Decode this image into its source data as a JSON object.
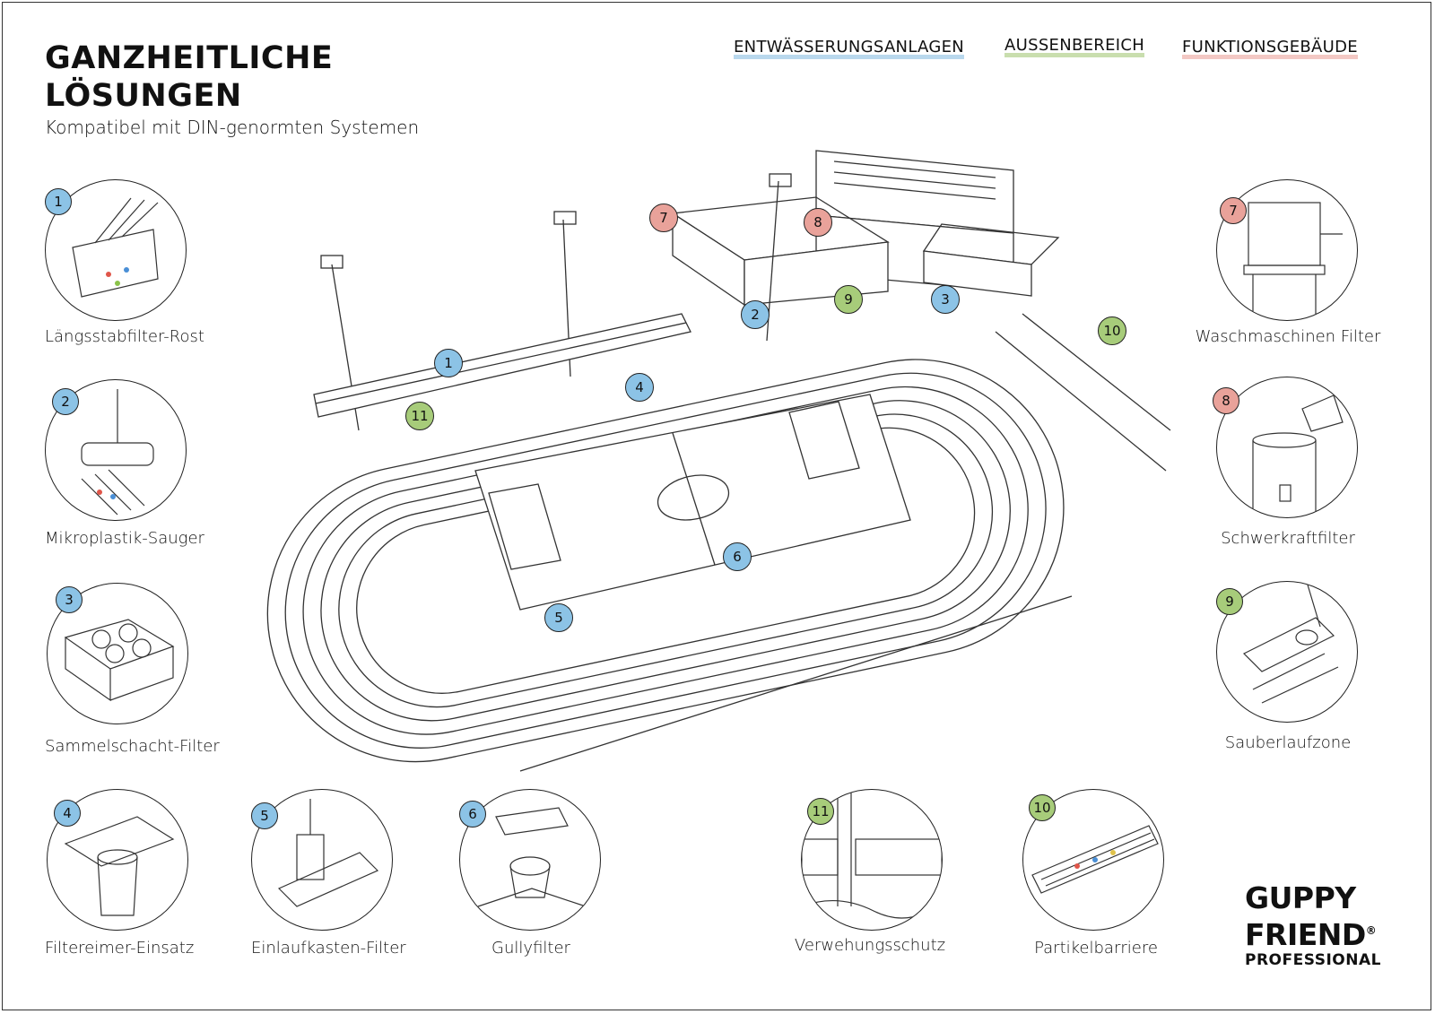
{
  "title": "GANZHEITLICHE\nLÖSUNGEN",
  "subtitle": "Kompatibel mit DIN-genormten Systemen",
  "legend": [
    {
      "label": "ENTWÄSSERUNGSANLAGEN",
      "color": "#7fb8de"
    },
    {
      "label": "AUSSENBEREICH",
      "color": "#9cc36b"
    },
    {
      "label": "FUNKTIONSGEBÄUDE",
      "color": "#e99a93"
    }
  ],
  "colors": {
    "blue": "#8cc3e6",
    "green": "#a7cc7a",
    "red": "#e9a29a"
  },
  "items": [
    {
      "number": "1",
      "label": "Längsstabfilter-Rost",
      "category": "blue",
      "icon": "grate-filter-icon"
    },
    {
      "number": "2",
      "label": "Mikroplastik-Sauger",
      "category": "blue",
      "icon": "vacuum-icon"
    },
    {
      "number": "3",
      "label": "Sammelschacht-Filter",
      "category": "blue",
      "icon": "shaft-filter-icon"
    },
    {
      "number": "4",
      "label": "Filtereimer-Einsatz",
      "category": "blue",
      "icon": "bucket-insert-icon"
    },
    {
      "number": "5",
      "label": "Einlaufkasten-Filter",
      "category": "blue",
      "icon": "inlet-box-icon"
    },
    {
      "number": "6",
      "label": "Gullyfilter",
      "category": "blue",
      "icon": "gully-filter-icon"
    },
    {
      "number": "11",
      "label": "Verwehungsschutz",
      "category": "green",
      "icon": "fence-icon"
    },
    {
      "number": "10",
      "label": "Partikelbarriere",
      "category": "green",
      "icon": "barrier-icon"
    },
    {
      "number": "7",
      "label": "Waschmaschinen Filter",
      "category": "red",
      "icon": "washing-filter-icon"
    },
    {
      "number": "8",
      "label": "Schwerkraftfilter",
      "category": "red",
      "icon": "gravity-filter-icon"
    },
    {
      "number": "9",
      "label": "Sauberlaufzone",
      "category": "green",
      "icon": "clean-zone-icon"
    }
  ],
  "map_badges": [
    {
      "number": "7",
      "category": "red"
    },
    {
      "number": "8",
      "category": "red"
    },
    {
      "number": "9",
      "category": "green"
    },
    {
      "number": "3",
      "category": "blue"
    },
    {
      "number": "2",
      "category": "blue"
    },
    {
      "number": "10",
      "category": "green"
    },
    {
      "number": "1",
      "category": "blue"
    },
    {
      "number": "4",
      "category": "blue"
    },
    {
      "number": "11",
      "category": "green"
    },
    {
      "number": "6",
      "category": "blue"
    },
    {
      "number": "5",
      "category": "blue"
    }
  ],
  "brand": {
    "line1": "GUPPY",
    "line2": "FRIEND",
    "reg": "®",
    "line3": "PROFESSIONAL"
  }
}
